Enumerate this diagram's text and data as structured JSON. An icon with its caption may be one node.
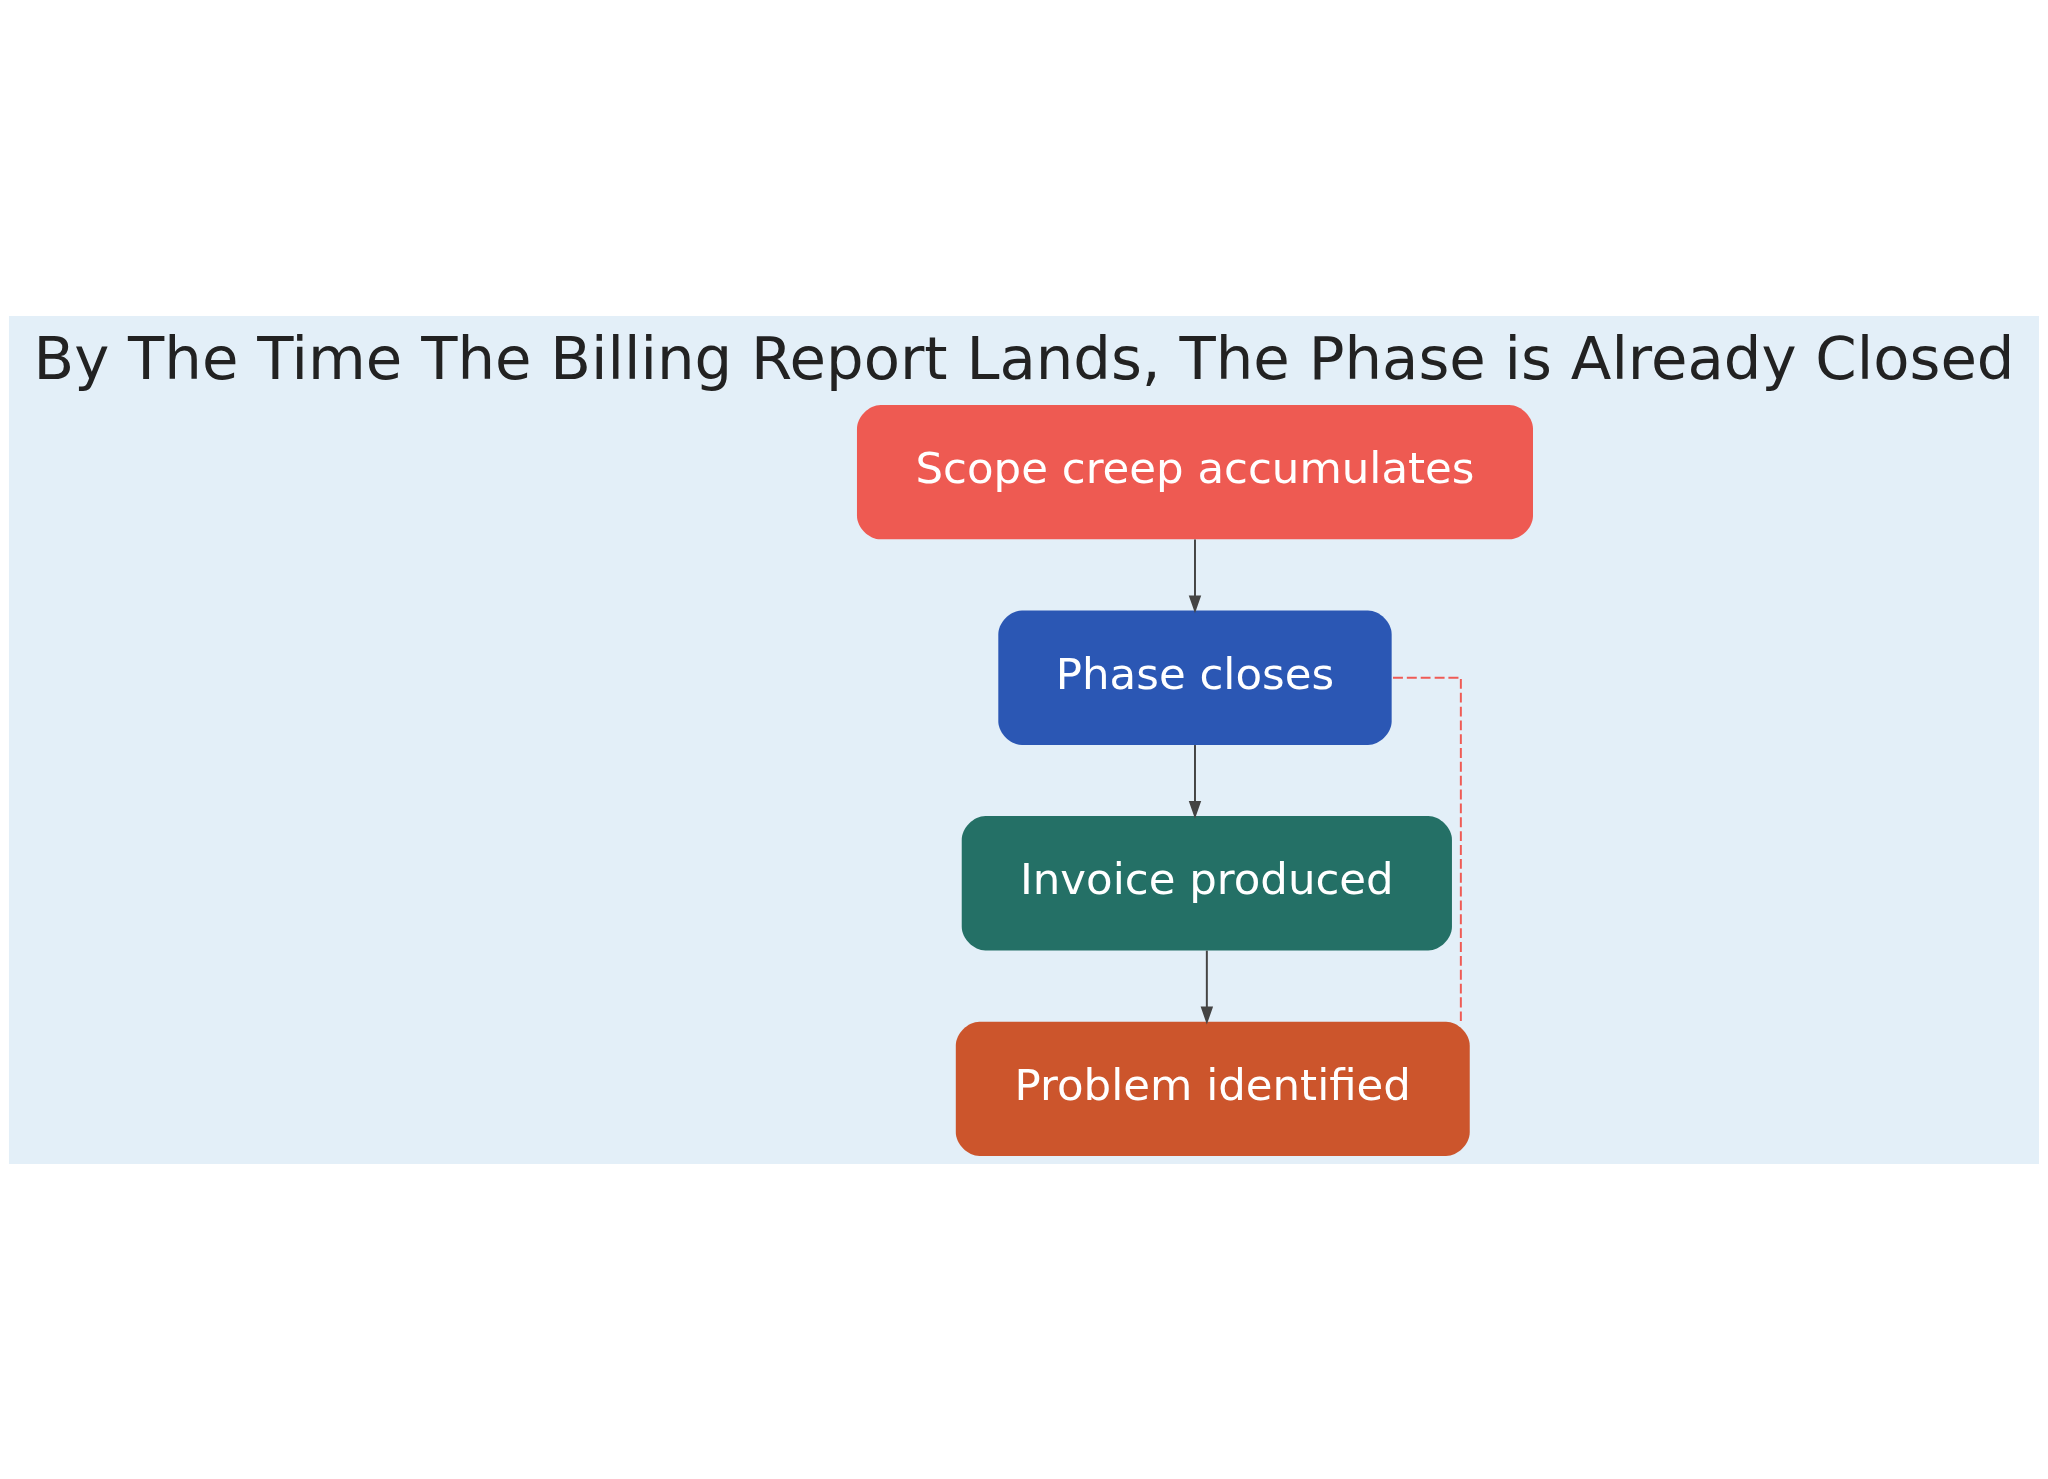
{
  "diagram": {
    "title": "By The Time The Billing Report Lands, The Phase is Already Closed",
    "nodes": [
      {
        "text": [
          "Scope creep accumulates"
        ]
      },
      {
        "text": [
          "Phase closes"
        ]
      },
      {
        "text": [
          "Invoice produced"
        ]
      },
      {
        "text": [
          "Problem identified"
        ]
      }
    ],
    "edges": [
      {
        "from": 0,
        "to": 1,
        "arrow": "to"
      },
      {
        "from": 1,
        "to": 2,
        "arrow": "to"
      },
      {
        "from": 2,
        "to": 3,
        "arrow": "to"
      },
      {
        "from": 3,
        "to": 1,
        "arrow": "none",
        "style": "dashed",
        "color": "#ef5b55"
      }
    ]
  }
}
